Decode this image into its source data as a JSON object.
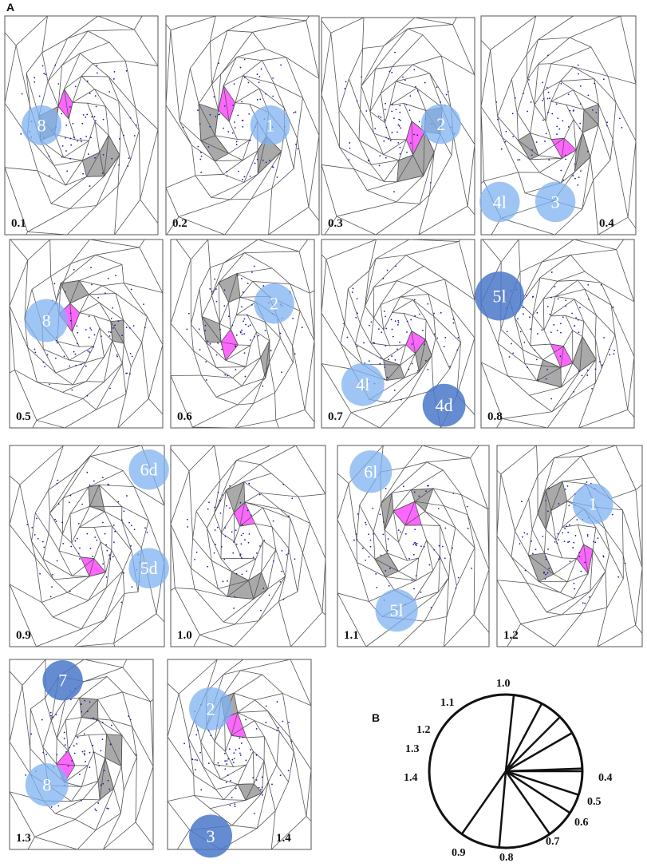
{
  "figure": {
    "label_a": "A",
    "label_b": "B"
  },
  "panels": [
    {
      "id": "p01",
      "label": "0.1",
      "bubbles": [
        {
          "text": "8",
          "style": "light"
        }
      ]
    },
    {
      "id": "p02",
      "label": "0.2",
      "bubbles": [
        {
          "text": "1",
          "style": "light"
        }
      ]
    },
    {
      "id": "p03",
      "label": "0.3",
      "bubbles": [
        {
          "text": "2",
          "style": "light"
        }
      ]
    },
    {
      "id": "p04",
      "label": "0.4",
      "bubbles": [
        {
          "text": "4l",
          "style": "light"
        },
        {
          "text": "3",
          "style": "light"
        }
      ]
    },
    {
      "id": "p05",
      "label": "0.5",
      "bubbles": [
        {
          "text": "8",
          "style": "light"
        }
      ]
    },
    {
      "id": "p06",
      "label": "0.6",
      "bubbles": [
        {
          "text": "2",
          "style": "light"
        }
      ]
    },
    {
      "id": "p07",
      "label": "0.7",
      "bubbles": [
        {
          "text": "4l",
          "style": "light"
        },
        {
          "text": "4d",
          "style": "dark"
        }
      ]
    },
    {
      "id": "p08",
      "label": "0.8",
      "bubbles": [
        {
          "text": "5l",
          "style": "dark"
        }
      ]
    },
    {
      "id": "p09",
      "label": "0.9",
      "bubbles": [
        {
          "text": "6d",
          "style": "light"
        },
        {
          "text": "5d",
          "style": "light"
        }
      ]
    },
    {
      "id": "p10",
      "label": "1.0",
      "bubbles": []
    },
    {
      "id": "p11",
      "label": "1.1",
      "bubbles": [
        {
          "text": "6l",
          "style": "light"
        },
        {
          "text": "5l",
          "style": "light"
        }
      ]
    },
    {
      "id": "p12",
      "label": "1.2",
      "bubbles": [
        {
          "text": "1",
          "style": "light"
        }
      ]
    },
    {
      "id": "p13",
      "label": "1.3",
      "bubbles": [
        {
          "text": "7",
          "style": "dark"
        },
        {
          "text": "8",
          "style": "light"
        }
      ]
    },
    {
      "id": "p14",
      "label": "1.4",
      "bubbles": [
        {
          "text": "2",
          "style": "light"
        },
        {
          "text": "3",
          "style": "dark"
        }
      ]
    }
  ],
  "clock": {
    "labels": [
      "1.0",
      "1.1",
      "1.2",
      "1.3",
      "1.4",
      "0.4",
      "0.5",
      "0.6",
      "0.7",
      "0.8",
      "0.9"
    ],
    "angles_deg": [
      -84,
      -62,
      -45,
      -30,
      -2,
      0,
      18,
      33,
      55,
      95,
      125
    ]
  },
  "colors": {
    "pink": "#ff66ff",
    "gray": "#a9a9a9",
    "bubble_light": "#7fb2f0",
    "bubble_dark": "#4a78c9",
    "dots": "#1a1aa6"
  }
}
